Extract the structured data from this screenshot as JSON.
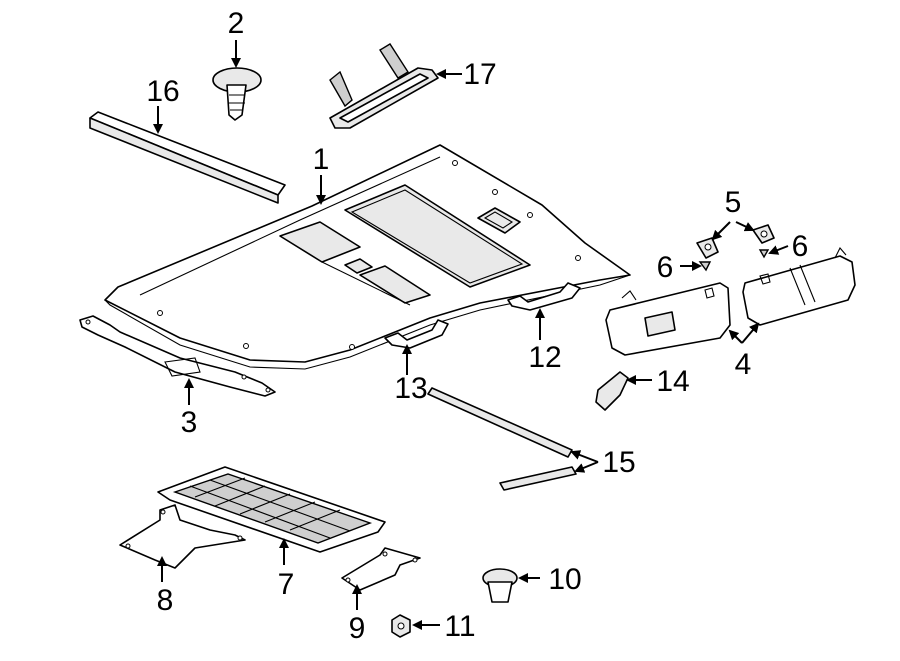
{
  "callouts": [
    {
      "id": "c1",
      "label": "1"
    },
    {
      "id": "c2",
      "label": "2"
    },
    {
      "id": "c3",
      "label": "3"
    },
    {
      "id": "c4",
      "label": "4"
    },
    {
      "id": "c5",
      "label": "5"
    },
    {
      "id": "c6a",
      "label": "6"
    },
    {
      "id": "c6b",
      "label": "6"
    },
    {
      "id": "c7",
      "label": "7"
    },
    {
      "id": "c8",
      "label": "8"
    },
    {
      "id": "c9",
      "label": "9"
    },
    {
      "id": "c10",
      "label": "10"
    },
    {
      "id": "c11",
      "label": "11"
    },
    {
      "id": "c12",
      "label": "12"
    },
    {
      "id": "c13",
      "label": "13"
    },
    {
      "id": "c14",
      "label": "14"
    },
    {
      "id": "c15",
      "label": "15"
    },
    {
      "id": "c16",
      "label": "16"
    },
    {
      "id": "c17",
      "label": "17"
    }
  ]
}
